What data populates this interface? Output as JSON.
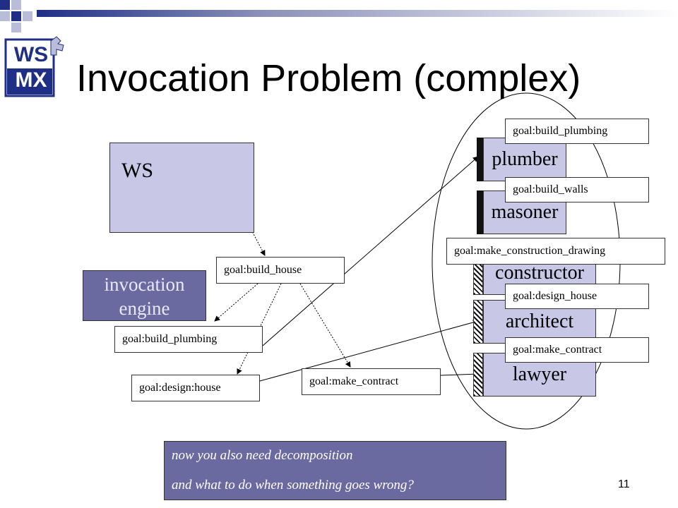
{
  "logo": {
    "line1": "WS",
    "line2": "MX"
  },
  "title": "Invocation Problem (complex)",
  "ws_label": "WS",
  "engine_label": "invocation engine",
  "goals_left": {
    "build_house": "goal:build_house",
    "build_plumbing": "goal:build_plumbing",
    "design_house": "goal:design:house",
    "make_contract": "goal:make_contract"
  },
  "services": [
    {
      "name": "plumber",
      "goal": "goal:build_plumbing"
    },
    {
      "name": "masoner",
      "goal": "goal:build_walls"
    },
    {
      "name": "constructor",
      "goal": "goal:make_construction_drawing"
    },
    {
      "name": "architect",
      "goal": "goal:design_house"
    },
    {
      "name": "lawyer",
      "goal": "goal:make_contract"
    }
  ],
  "note": {
    "line1": "now you also need decomposition",
    "line2": "and what to do when something goes wrong?"
  },
  "page_number": "11",
  "colors": {
    "brand_blue": "#1f2f86",
    "box_fill": "#c8c8e6",
    "engine_fill": "#6a6aa0"
  }
}
